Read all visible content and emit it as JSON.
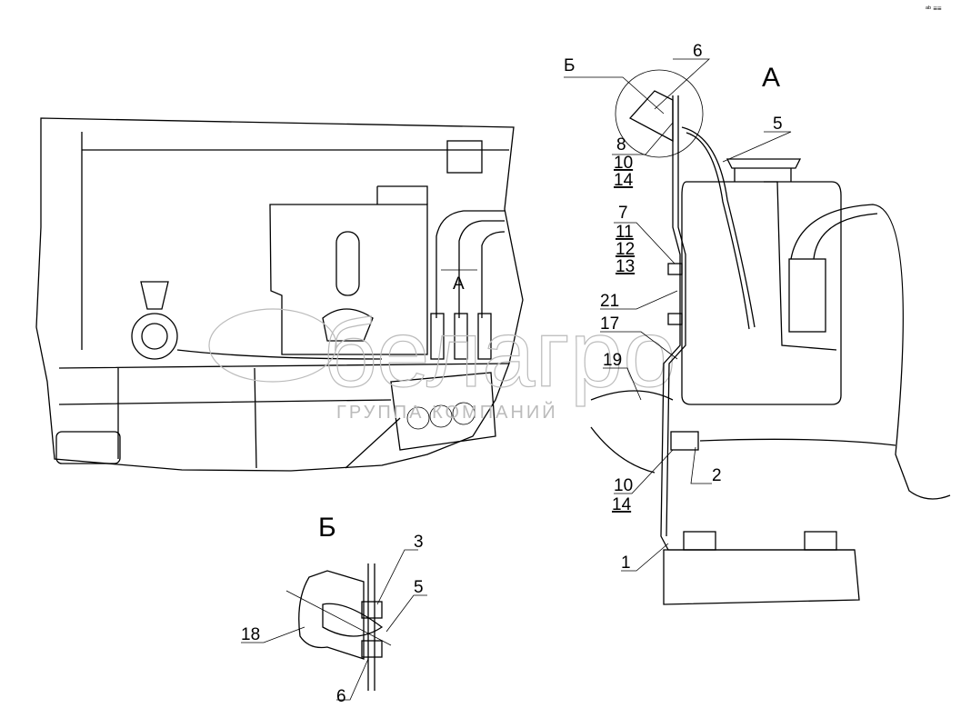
{
  "corner_mark": "ᵃᵇ ≡≡",
  "views": {
    "view_a_title": "А",
    "view_b_title": "Б",
    "view_b_callout": "Б",
    "arrow_a": "А"
  },
  "callouts_view_a": {
    "c6": "6",
    "c8": "8",
    "c10a": "10",
    "c14a": "14",
    "c5": "5",
    "c7": "7",
    "c11": "11",
    "c12": "12",
    "c13": "13",
    "c21": "21",
    "c17": "17",
    "c19": "19",
    "c2": "2",
    "c10b": "10",
    "c14b": "14",
    "c1": "1"
  },
  "callouts_view_b": {
    "c3": "3",
    "c5": "5",
    "c18": "18",
    "c6": "6"
  },
  "watermark": {
    "brand": "белагро",
    "subtitle": "ГРУППА КОМПАНИЙ"
  }
}
